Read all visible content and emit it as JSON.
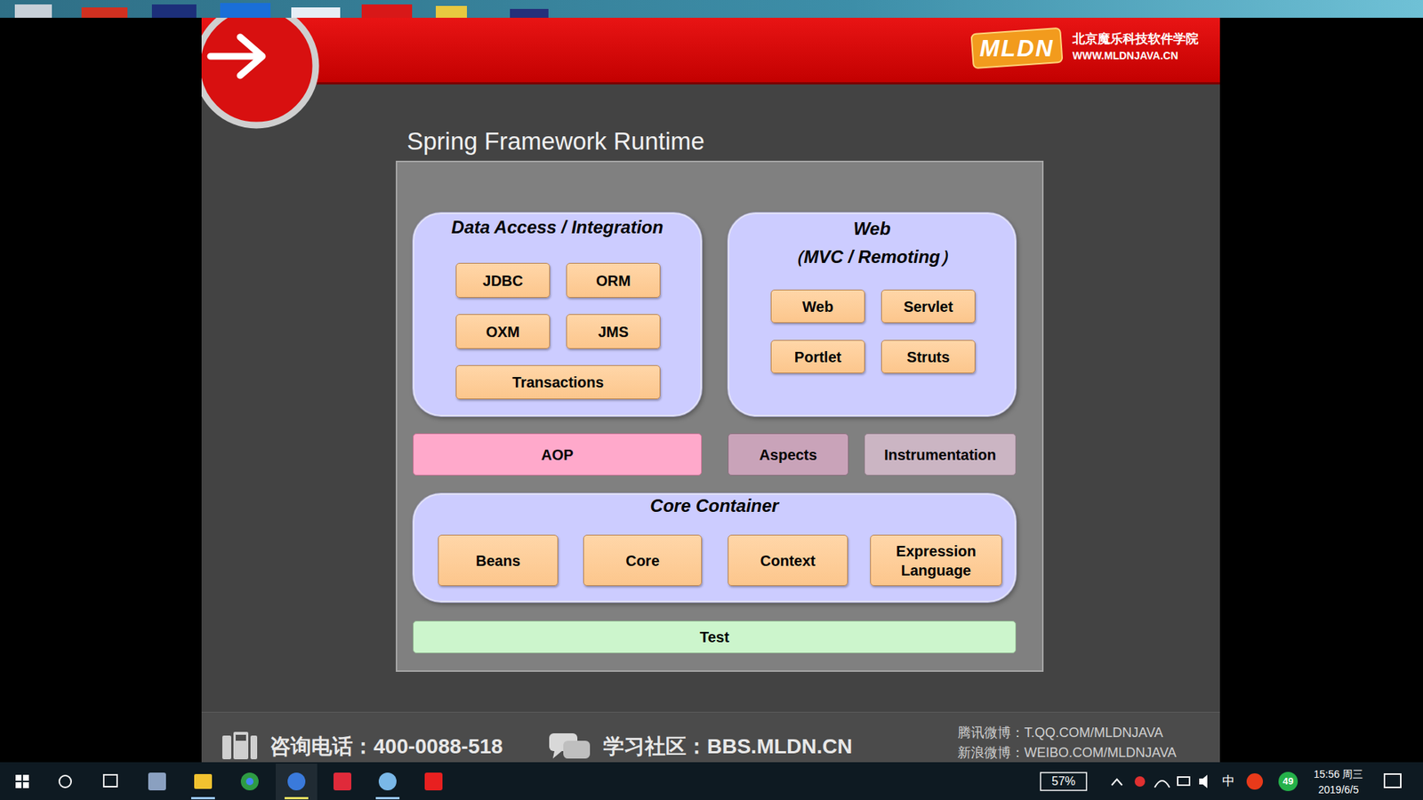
{
  "diagram": {
    "title": "Spring Framework Runtime",
    "nodes": [
      {
        "text": [
          "Data Access / Integration"
        ]
      },
      {
        "text": [
          "JDBC"
        ],
        "in": 0
      },
      {
        "text": [
          "ORM"
        ],
        "in": 0
      },
      {
        "text": [
          "OXM"
        ],
        "in": 0
      },
      {
        "text": [
          "JMS"
        ],
        "in": 0
      },
      {
        "text": [
          "Transactions"
        ],
        "in": 0
      },
      {
        "text": [
          "Web",
          "（MVC / Remoting）"
        ]
      },
      {
        "text": [
          "Web"
        ],
        "in": 6
      },
      {
        "text": [
          "Servlet"
        ],
        "in": 6
      },
      {
        "text": [
          "Portlet"
        ],
        "in": 6
      },
      {
        "text": [
          "Struts"
        ],
        "in": 6
      },
      {
        "text": [
          "AOP"
        ]
      },
      {
        "text": [
          "Aspects"
        ]
      },
      {
        "text": [
          "Instrumentation"
        ]
      },
      {
        "text": [
          "Core Container"
        ]
      },
      {
        "text": [
          "Beans"
        ],
        "in": 14
      },
      {
        "text": [
          "Core"
        ],
        "in": 14
      },
      {
        "text": [
          "Context"
        ],
        "in": 14
      },
      {
        "text": [
          "Expression Language"
        ],
        "in": 14
      },
      {
        "text": [
          "Test"
        ]
      }
    ],
    "labels": [
      "MLDN",
      "北京魔乐科技软件学院",
      "WWW.MLDNJAVA.CN",
      "咨询电话：400-0088-518",
      "学习社区：BBS.MLDN.CN",
      "腾讯微博：T.QQ.COM/MLDNJAVA",
      "新浪微博：WEIBO.COM/MLDNJAVA",
      "57%",
      "中",
      "49",
      "15:56 周三",
      "2019/6/5"
    ]
  }
}
